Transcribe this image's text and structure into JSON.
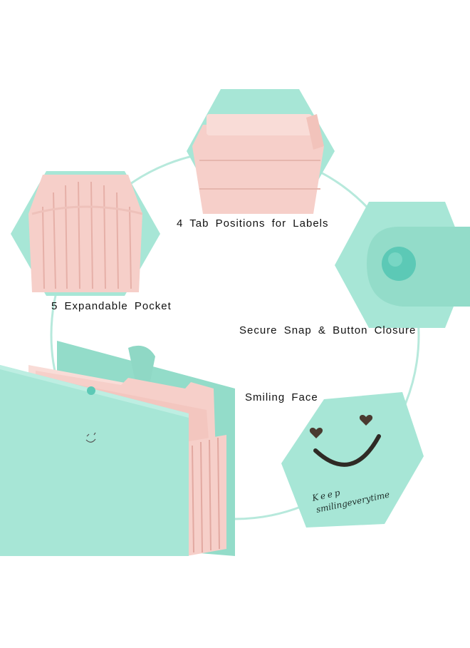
{
  "labels": {
    "tabs": "4 Tab Positions for Labels",
    "pocket": "5 Expandable Pocket",
    "snap": "Secure Snap & Button Closure",
    "smile": "Smiling Face"
  },
  "smile_text": {
    "line1": "Keep",
    "line2": "smilingeverytime"
  },
  "colors": {
    "mint": "#a7e6d6",
    "mint_dark": "#8fd8c5",
    "pink": "#f6cfc9",
    "pink_dark": "#eab3ac",
    "button": "#5cc9b6",
    "eye": "#4a3a30"
  }
}
